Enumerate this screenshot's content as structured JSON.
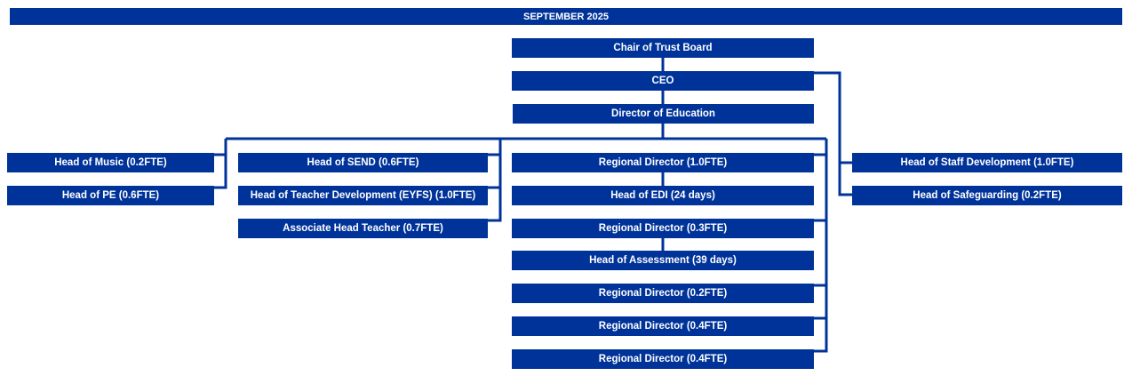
{
  "header": {
    "title": "SEPTEMBER 2025"
  },
  "chart": {
    "chair": "Chair of Trust Board",
    "ceo": "CEO",
    "director": "Director of Education",
    "head_music": "Head of Music (0.2FTE)",
    "head_pe": "Head of PE (0.6FTE)",
    "head_send": "Head of SEND (0.6FTE)",
    "head_teacher_dev": "Head of Teacher Development (EYFS) (1.0FTE)",
    "assoc_head": "Associate Head Teacher (0.7FTE)",
    "regional_1": "Regional Director (1.0FTE)",
    "head_edi": "Head of EDI (24 days)",
    "regional_2": "Regional Director (0.3FTE)",
    "head_assessment": "Head of Assessment (39 days)",
    "regional_3": "Regional Director (0.2FTE)",
    "regional_4": "Regional Director (0.4FTE)",
    "regional_5": "Regional Director (0.4FTE)",
    "head_staff_dev": "Head of Staff Development (1.0FTE)",
    "head_safeguarding": "Head of Safeguarding (0.2FTE)"
  },
  "colors": {
    "primary": "#003399",
    "text": "#ffffff"
  }
}
